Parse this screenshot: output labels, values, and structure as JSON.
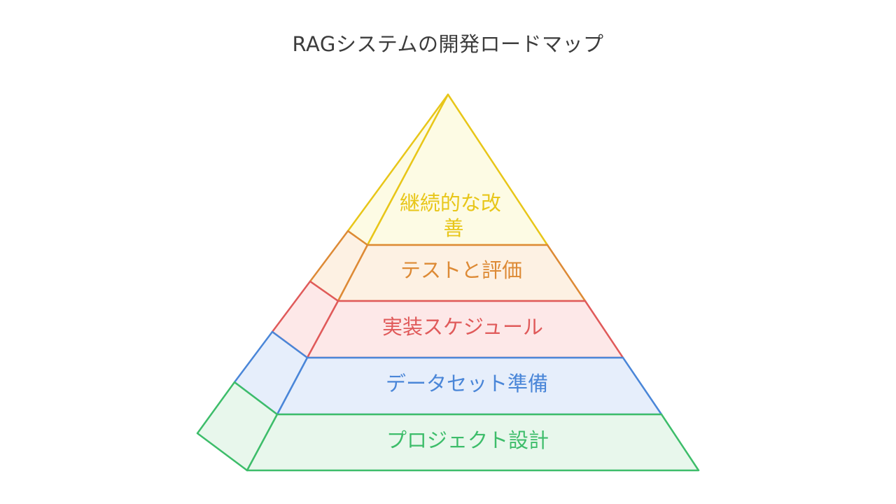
{
  "title": "RAGシステムの開発ロードマップ",
  "levels": [
    {
      "label_lines": [
        "継続的な改",
        "善"
      ],
      "color": "#e8c619",
      "fill": "#fdfbe4"
    },
    {
      "label_lines": [
        "テストと評価"
      ],
      "color": "#dd8a35",
      "fill": "#fdf1e3"
    },
    {
      "label_lines": [
        "実装スケジュール"
      ],
      "color": "#e05a5a",
      "fill": "#fde8e8"
    },
    {
      "label_lines": [
        "データセット準備"
      ],
      "color": "#4a86d8",
      "fill": "#e6eefb"
    },
    {
      "label_lines": [
        "プロジェクト設計"
      ],
      "color": "#3dbd6a",
      "fill": "#e8f7ec"
    }
  ]
}
